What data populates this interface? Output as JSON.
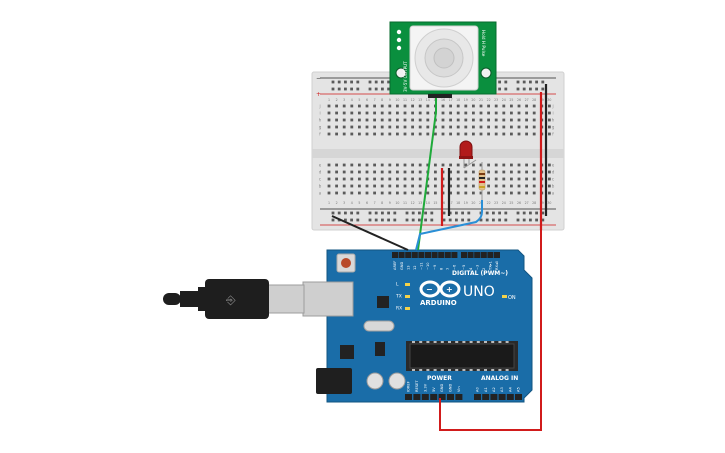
{
  "components": {
    "pir_sensor": {
      "name": "PIR sensor",
      "board_color": "#0a8f3e",
      "lens_color": "#e8e8e8",
      "pcb_text_left": "3V-5V OUTPUT",
      "pcb_text_right": "Hold H Pulse"
    },
    "breadboard": {
      "name": "breadboard",
      "body_color": "#e4e4e4",
      "column_numbers": [
        "1",
        "2",
        "3",
        "4",
        "5",
        "6",
        "7",
        "8",
        "9",
        "10",
        "11",
        "12",
        "13",
        "14",
        "15",
        "16",
        "17",
        "18",
        "19",
        "20",
        "21",
        "22",
        "23",
        "24",
        "25",
        "26",
        "27",
        "28",
        "29",
        "30"
      ],
      "row_letters_top": [
        "j",
        "i",
        "h",
        "g",
        "f"
      ],
      "row_letters_bottom": [
        "e",
        "d",
        "c",
        "b",
        "a"
      ],
      "rail_plus": "+",
      "rail_minus": "−"
    },
    "led": {
      "name": "red LED",
      "color": "#b21b1b"
    },
    "resistor": {
      "name": "resistor",
      "body_color": "#e3c18c"
    },
    "arduino": {
      "name": "Arduino Uno",
      "board_color": "#1a6da8",
      "logo_text": "ARDUINO",
      "model_text": "UNO",
      "digital_label": "DIGITAL (PWM~)",
      "power_label": "POWER",
      "analog_label": "ANALOG IN",
      "on_label": "ON",
      "led_labels": [
        "L",
        "TX",
        "RX"
      ],
      "digital_pin_labels": [
        "AREF",
        "GND",
        "13",
        "12",
        "~11",
        "~10",
        "~9",
        "8",
        "7",
        "~6",
        "~5",
        "4",
        "~3",
        "2",
        "TX▸1",
        "RX◂0"
      ],
      "power_pin_labels": [
        "IOREF",
        "RESET",
        "3.3V",
        "5V",
        "GND",
        "GND",
        "Vin"
      ],
      "analog_pin_labels": [
        "A0",
        "A1",
        "A2",
        "A3",
        "A4",
        "A5"
      ]
    },
    "usb_cable": {
      "name": "USB cable",
      "plug_color": "#1e1e1e",
      "connector_color": "#cfcfcf"
    }
  },
  "wires": [
    {
      "name": "pir-output-wire",
      "color": "#1faa3a"
    },
    {
      "name": "led-signal-wire",
      "color": "#2a8fd6"
    },
    {
      "name": "gnd-wire",
      "color": "#222222"
    },
    {
      "name": "5v-wire",
      "color": "#d11b1b"
    }
  ]
}
